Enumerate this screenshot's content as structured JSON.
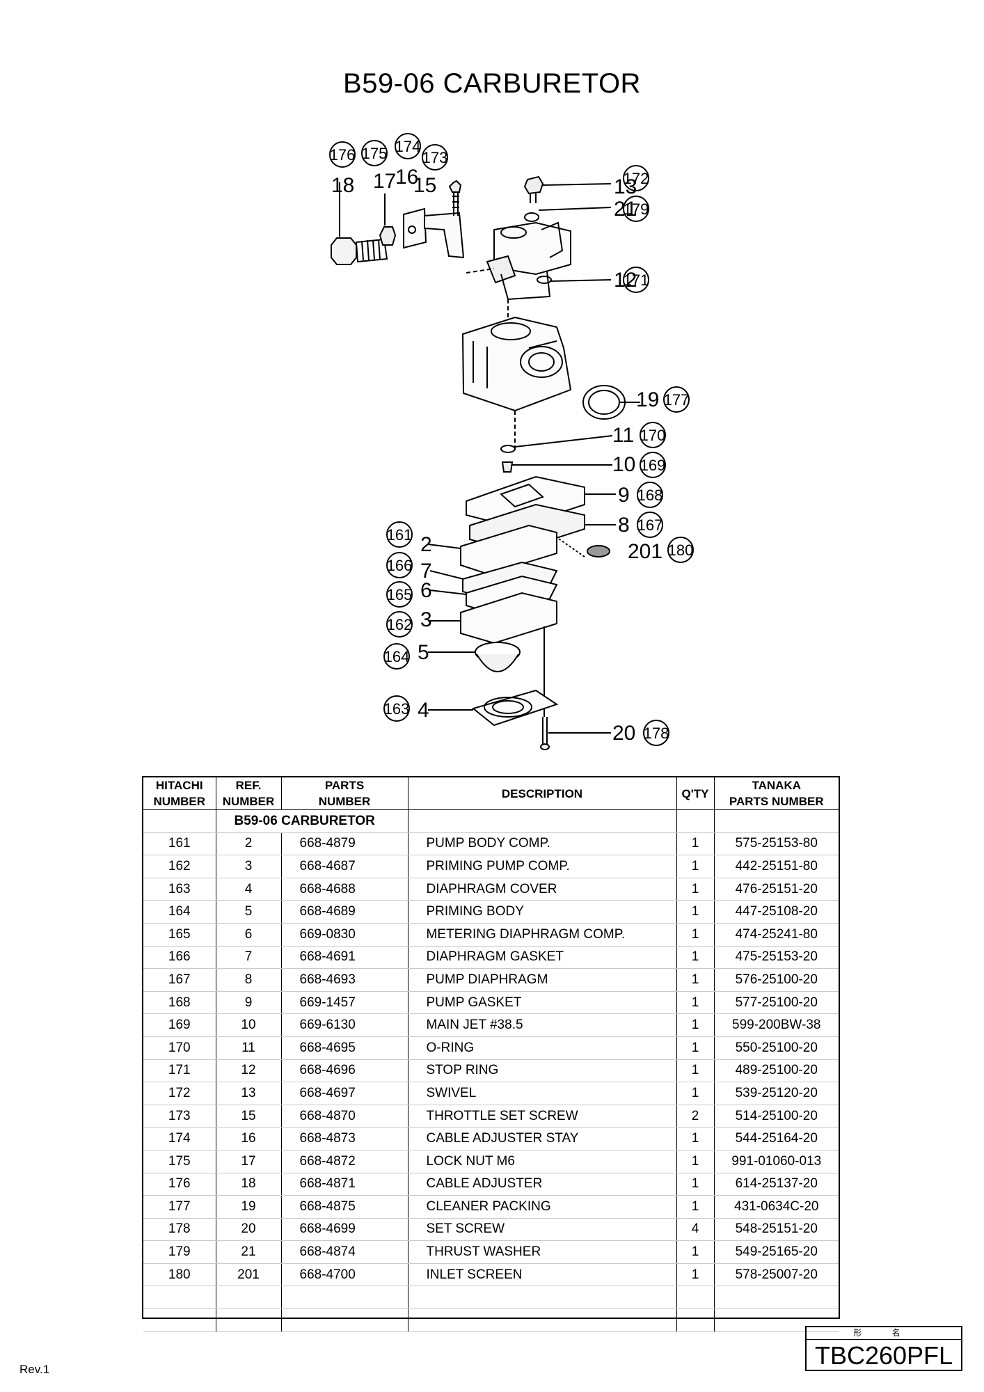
{
  "title": "B59-06 CARBURETOR",
  "diagram": {
    "callouts": [
      {
        "label": "18",
        "ref": "176"
      },
      {
        "label": "17",
        "ref": "175"
      },
      {
        "label": "16",
        "ref": "174"
      },
      {
        "label": "15",
        "ref": "173"
      },
      {
        "label": "13",
        "ref": "172"
      },
      {
        "label": "21",
        "ref": "179"
      },
      {
        "label": "12",
        "ref": "171"
      },
      {
        "label": "19",
        "ref": "177"
      },
      {
        "label": "11",
        "ref": "170"
      },
      {
        "label": "10",
        "ref": "169"
      },
      {
        "label": "9",
        "ref": "168"
      },
      {
        "label": "8",
        "ref": "167"
      },
      {
        "label": "201",
        "ref": "180"
      },
      {
        "label": "2",
        "ref": "161"
      },
      {
        "label": "7",
        "ref": "166"
      },
      {
        "label": "6",
        "ref": "165"
      },
      {
        "label": "3",
        "ref": "162"
      },
      {
        "label": "5",
        "ref": "164"
      },
      {
        "label": "4",
        "ref": "163"
      },
      {
        "label": "20",
        "ref": "178"
      }
    ]
  },
  "table": {
    "headers": {
      "hitachi": [
        "HITACHI",
        "NUMBER"
      ],
      "ref": [
        "REF.",
        "NUMBER"
      ],
      "parts": [
        "PARTS",
        "NUMBER"
      ],
      "description": "DESCRIPTION",
      "qty": "Q'TY",
      "tanaka": [
        "TANAKA",
        "PARTS NUMBER"
      ]
    },
    "section_title": "B59-06  CARBURETOR",
    "rows": [
      {
        "hitachi": "161",
        "ref": "2",
        "part": "668-4879",
        "description": "PUMP BODY COMP.",
        "qty": "1",
        "tanaka": "575-25153-80"
      },
      {
        "hitachi": "162",
        "ref": "3",
        "part": "668-4687",
        "description": "PRIMING PUMP COMP.",
        "qty": "1",
        "tanaka": "442-25151-80"
      },
      {
        "hitachi": "163",
        "ref": "4",
        "part": "668-4688",
        "description": "DIAPHRAGM COVER",
        "qty": "1",
        "tanaka": "476-25151-20"
      },
      {
        "hitachi": "164",
        "ref": "5",
        "part": "668-4689",
        "description": "PRIMING BODY",
        "qty": "1",
        "tanaka": "447-25108-20"
      },
      {
        "hitachi": "165",
        "ref": "6",
        "part": "669-0830",
        "description": "METERING DIAPHRAGM COMP.",
        "qty": "1",
        "tanaka": "474-25241-80"
      },
      {
        "hitachi": "166",
        "ref": "7",
        "part": "668-4691",
        "description": "DIAPHRAGM GASKET",
        "qty": "1",
        "tanaka": "475-25153-20"
      },
      {
        "hitachi": "167",
        "ref": "8",
        "part": "668-4693",
        "description": "PUMP DIAPHRAGM",
        "qty": "1",
        "tanaka": "576-25100-20"
      },
      {
        "hitachi": "168",
        "ref": "9",
        "part": "669-1457",
        "description": "PUMP GASKET",
        "qty": "1",
        "tanaka": "577-25100-20"
      },
      {
        "hitachi": "169",
        "ref": "10",
        "part": "669-6130",
        "description": "MAIN JET #38.5",
        "qty": "1",
        "tanaka": "599-200BW-38"
      },
      {
        "hitachi": "170",
        "ref": "11",
        "part": "668-4695",
        "description": "O-RING",
        "qty": "1",
        "tanaka": "550-25100-20"
      },
      {
        "hitachi": "171",
        "ref": "12",
        "part": "668-4696",
        "description": "STOP RING",
        "qty": "1",
        "tanaka": "489-25100-20"
      },
      {
        "hitachi": "172",
        "ref": "13",
        "part": "668-4697",
        "description": "SWIVEL",
        "qty": "1",
        "tanaka": "539-25120-20"
      },
      {
        "hitachi": "173",
        "ref": "15",
        "part": "668-4870",
        "description": "THROTTLE SET SCREW",
        "qty": "2",
        "tanaka": "514-25100-20"
      },
      {
        "hitachi": "174",
        "ref": "16",
        "part": "668-4873",
        "description": "CABLE ADJUSTER STAY",
        "qty": "1",
        "tanaka": "544-25164-20"
      },
      {
        "hitachi": "175",
        "ref": "17",
        "part": "668-4872",
        "description": "LOCK NUT M6",
        "qty": "1",
        "tanaka": "991-01060-013"
      },
      {
        "hitachi": "176",
        "ref": "18",
        "part": "668-4871",
        "description": "CABLE ADJUSTER",
        "qty": "1",
        "tanaka": "614-25137-20"
      },
      {
        "hitachi": "177",
        "ref": "19",
        "part": "668-4875",
        "description": "CLEANER PACKING",
        "qty": "1",
        "tanaka": "431-0634C-20"
      },
      {
        "hitachi": "178",
        "ref": "20",
        "part": "668-4699",
        "description": "SET SCREW",
        "qty": "4",
        "tanaka": "548-25151-20"
      },
      {
        "hitachi": "179",
        "ref": "21",
        "part": "668-4874",
        "description": "THRUST WASHER",
        "qty": "1",
        "tanaka": "549-25165-20"
      },
      {
        "hitachi": "180",
        "ref": "201",
        "part": "668-4700",
        "description": "INLET SCREEN",
        "qty": "1",
        "tanaka": "578-25007-20"
      }
    ]
  },
  "model": {
    "label": "形 名",
    "name": "TBC260PFL"
  },
  "revision": "Rev.1"
}
